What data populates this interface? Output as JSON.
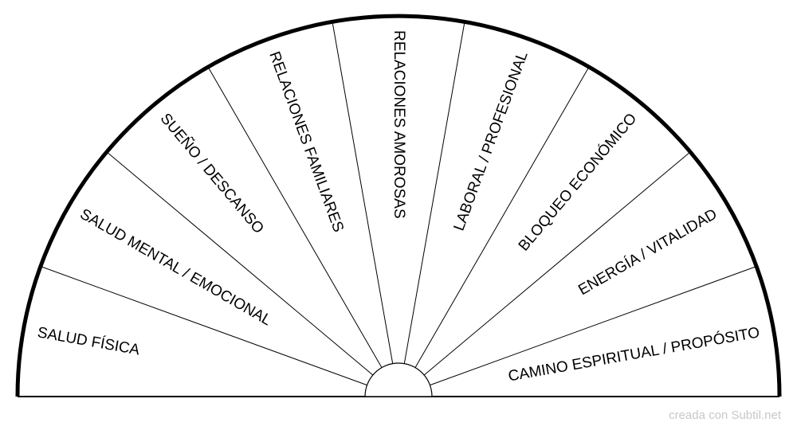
{
  "pendulum_chart": {
    "segments": [
      "SALUD FÍSICA",
      "SALUD MENTAL / EMOCIONAL",
      "SUEÑO / DESCANSO",
      "RELACIONES FAMILIARES",
      "RELACIONES AMOROSAS",
      "LABORAL / PROFESIONAL",
      "BLOQUEO ECONÓMICO",
      "ENERGÍA / VITALIDAD",
      "CAMINO ESPIRITUAL / PROPÓSITO"
    ]
  },
  "footer": {
    "credit": "creada con Subtil.net"
  }
}
